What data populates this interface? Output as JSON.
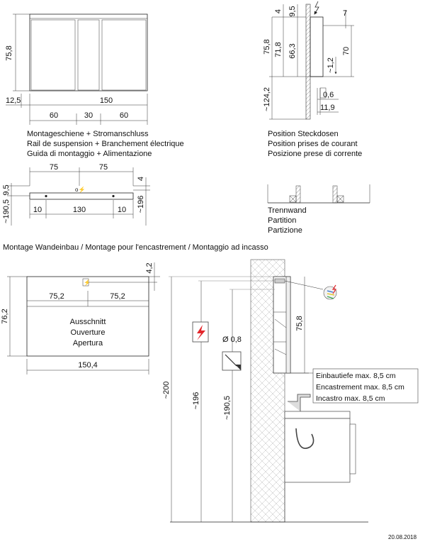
{
  "top_view": {
    "height": "75,8",
    "offset": "12,5",
    "width": "150",
    "seg_left": "60",
    "seg_mid": "30",
    "seg_right": "60"
  },
  "rail_caption": [
    "Montageschiene + Stromanschluss",
    "Rail de suspension + Branchement électrique",
    "Guida di montaggio + Alimentazione"
  ],
  "rail_view": {
    "left": "75",
    "right": "75",
    "top_right": "4",
    "right_val": "~196",
    "left_top": "9,5",
    "left_val": "~190,5",
    "bot_left": "10",
    "bot_mid": "130",
    "bot_right": "10"
  },
  "side_view": {
    "d4": "4",
    "d9_5": "9,5",
    "d7": "7",
    "h75_8": "75,8",
    "h71_8": "71,8",
    "h66_3": "66,3",
    "h70": "70",
    "h1_2": "~1,2",
    "h124_2": "~124,2",
    "d0_6": "0,6",
    "d11_9": "11,9"
  },
  "socket_caption": [
    "Position Steckdosen",
    "Position prises de courant",
    "Posizione prese di corrente"
  ],
  "partition_caption": [
    "Trennwand",
    "Partition",
    "Partizione"
  ],
  "section_title": "Montage Wandeinbau / Montage pour l'encastrement / Montaggio ad incasso",
  "cutout": {
    "h4_2": "4,2",
    "h76_2": "76,2",
    "left": "75,2",
    "right": "75,2",
    "width": "150,4",
    "label": [
      "Ausschnitt",
      "Ouverture",
      "Apertura"
    ]
  },
  "install": {
    "h200": "~200",
    "h196": "~196",
    "h190_5": "~190,5",
    "dia": "Ø 0,8",
    "h75_8": "75,8",
    "depth_note": [
      "Einbautiefe max. 8,5 cm",
      "Encastrement max. 8,5 cm",
      "Incastro max. 8,5 cm"
    ]
  },
  "date": "20.08.2018",
  "colors": {
    "warning_red": "#e3262b",
    "wire_blue": "#2a6fd0",
    "wire_yellow": "#e2c21b",
    "wire_green": "#3aa655",
    "line": "#222222"
  }
}
